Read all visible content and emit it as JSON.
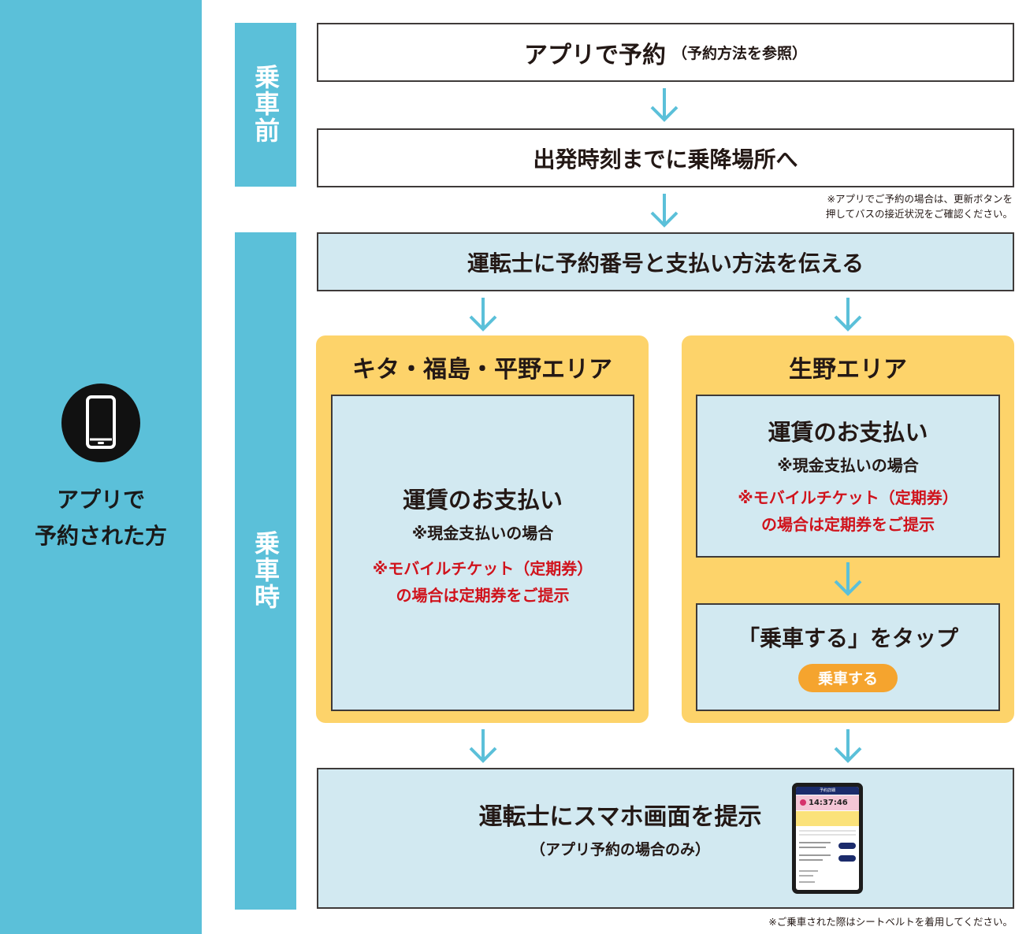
{
  "sidebar": {
    "label_line1": "アプリで",
    "label_line2": "予約された方",
    "icon": "smartphone-icon"
  },
  "phases": {
    "before": "乗車前",
    "during": "乗車時"
  },
  "steps": {
    "reserve_main": "アプリで予約",
    "reserve_sub": "（予約方法を参照）",
    "go_to_stop": "出発時刻までに乗降場所へ",
    "bus_note_line1": "※アプリでご予約の場合は、更新ボタンを",
    "bus_note_line2": "押してバスの接近状況をご確認ください。",
    "tell_driver": "運転士に予約番号と支払い方法を伝える",
    "show_phone_main": "運転士にスマホ画面を提示",
    "show_phone_sub": "（アプリ予約の場合のみ）",
    "seatbelt_note": "※ご乗車された際はシートベルトを着用してください。"
  },
  "area_kita": {
    "title": "キタ・福島・平野エリア",
    "pay_title": "運賃のお支払い",
    "cash_note": "※現金支払いの場合",
    "mobile_line1": "※モバイルチケット（定期券）",
    "mobile_line2": "の場合は定期券をご提示"
  },
  "area_ikuno": {
    "title": "生野エリア",
    "pay_title": "運賃のお支払い",
    "cash_note": "※現金支払いの場合",
    "mobile_line1": "※モバイルチケット（定期券）",
    "mobile_line2": "の場合は定期券をご提示",
    "tap_title": "「乗車する」をタップ",
    "board_button": "乗車する"
  },
  "phone_screen": {
    "header": "予約詳細",
    "time": "14:37:46"
  },
  "colors": {
    "sidebar": "#5bc0d9",
    "arrow": "#5bc0d9",
    "area_bg": "#fdd36a",
    "box_blue": "#d2e9f1",
    "alert_red": "#d0131c",
    "button_orange": "#f5a42e"
  }
}
